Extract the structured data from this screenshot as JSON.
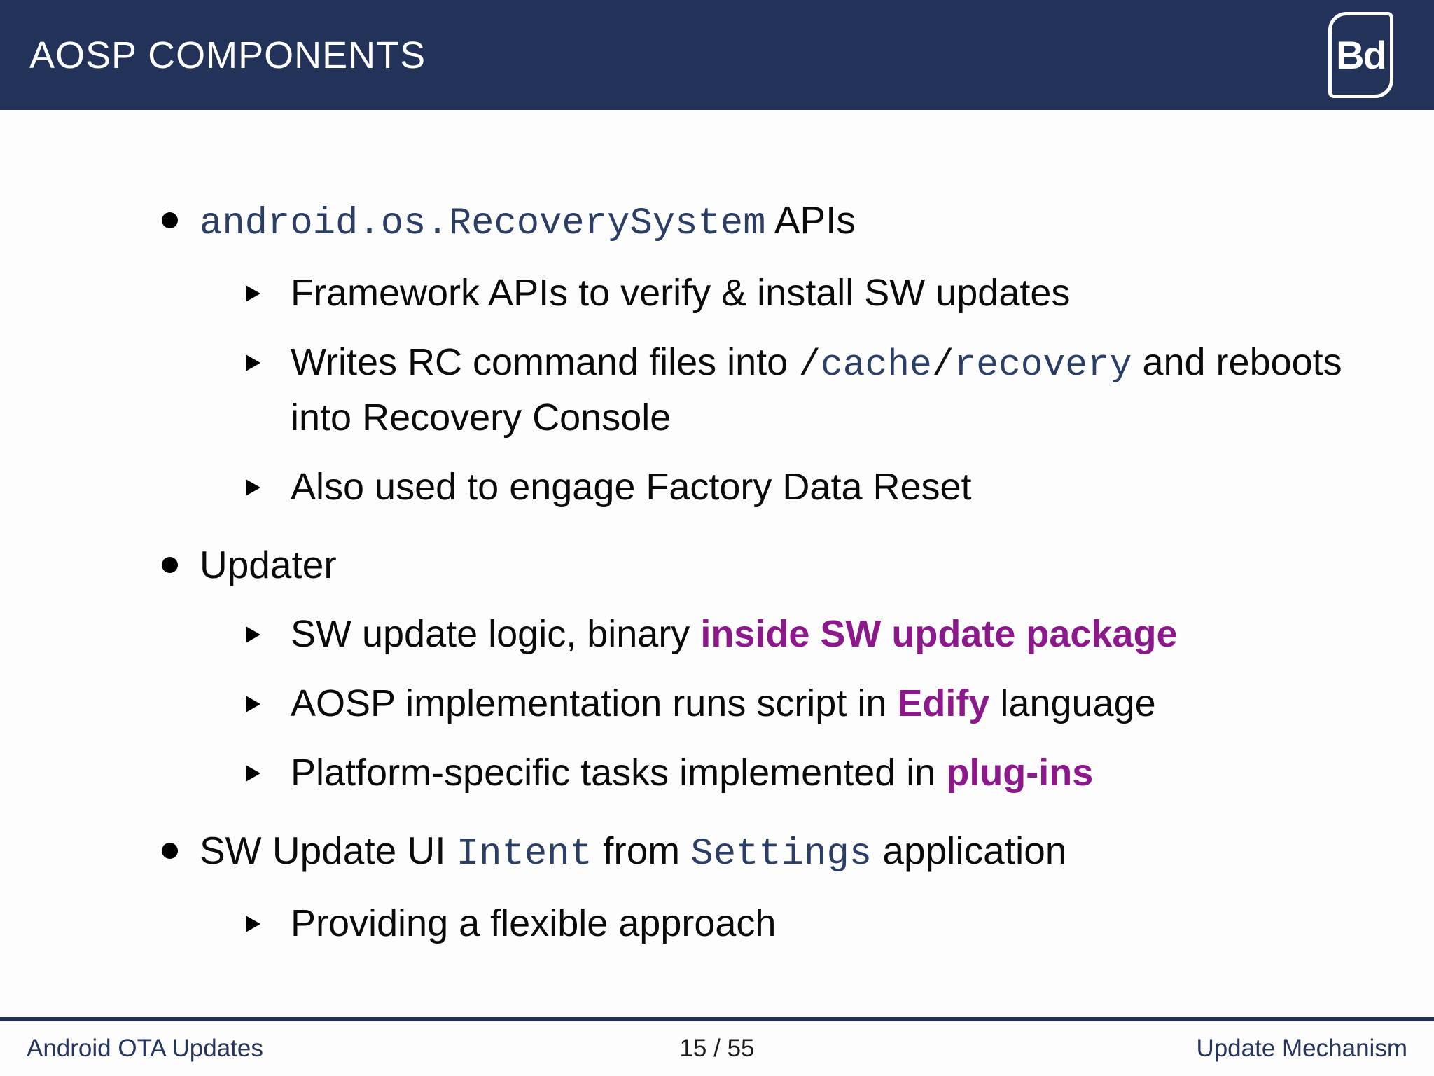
{
  "header": {
    "title": "AOSP COMPONENTS",
    "logo_text": "Bd"
  },
  "colors": {
    "header_navy": "#233258",
    "code_navy": "#2b3e66",
    "alert_purple": "#8c188c",
    "body_text": "#0a0a0a"
  },
  "bullets": [
    {
      "level": 1,
      "segments": [
        {
          "text": "android.os.RecoverySystem",
          "style": "code"
        },
        {
          "text": " APIs",
          "style": "normal"
        }
      ]
    },
    {
      "level": 2,
      "segments": [
        {
          "text": "Framework APIs to verify & install SW updates",
          "style": "normal"
        }
      ]
    },
    {
      "level": 2,
      "segments": [
        {
          "text": "Writes RC command files into ",
          "style": "normal"
        },
        {
          "text": "/",
          "style": "code-black"
        },
        {
          "text": "cache",
          "style": "code"
        },
        {
          "text": "/",
          "style": "code-black"
        },
        {
          "text": "recovery",
          "style": "code"
        },
        {
          "text": " and reboots into Recovery Console",
          "style": "normal"
        }
      ]
    },
    {
      "level": 2,
      "segments": [
        {
          "text": "Also used to engage Factory Data Reset",
          "style": "normal"
        }
      ]
    },
    {
      "level": 1,
      "segments": [
        {
          "text": "Updater",
          "style": "normal"
        }
      ]
    },
    {
      "level": 2,
      "segments": [
        {
          "text": "SW update logic, binary ",
          "style": "normal"
        },
        {
          "text": "inside SW update package",
          "style": "alert"
        }
      ]
    },
    {
      "level": 2,
      "segments": [
        {
          "text": "AOSP implementation runs script in ",
          "style": "normal"
        },
        {
          "text": "Edify",
          "style": "alert"
        },
        {
          "text": " language",
          "style": "normal"
        }
      ]
    },
    {
      "level": 2,
      "segments": [
        {
          "text": "Platform-specific tasks implemented in ",
          "style": "normal"
        },
        {
          "text": "plug-ins",
          "style": "alert"
        }
      ]
    },
    {
      "level": 1,
      "segments": [
        {
          "text": "SW Update UI ",
          "style": "normal"
        },
        {
          "text": "Intent",
          "style": "code"
        },
        {
          "text": " from ",
          "style": "normal"
        },
        {
          "text": "Settings",
          "style": "code"
        },
        {
          "text": " application",
          "style": "normal"
        }
      ]
    },
    {
      "level": 2,
      "segments": [
        {
          "text": "Providing a flexible approach",
          "style": "normal"
        }
      ]
    }
  ],
  "footer": {
    "left": "Android OTA Updates",
    "center": "15 / 55",
    "right": "Update Mechanism"
  }
}
